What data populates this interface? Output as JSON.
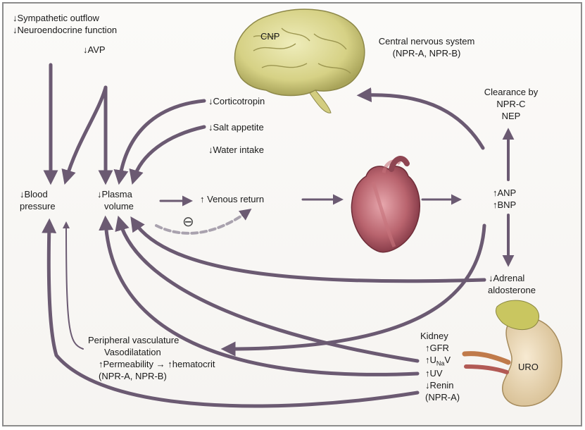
{
  "arrows": {
    "down": "↓",
    "up": "↑"
  },
  "top_left": {
    "sympathetic": "Sympathetic outflow",
    "neuroendocrine": "Neuroendocrine function",
    "avp": "AVP"
  },
  "brain": {
    "label": "CNP",
    "title": "Central nervous system",
    "receptors": "(NPR-A, NPR-B)"
  },
  "effects": {
    "corticotropin": "Corticotropin",
    "salt": "Salt appetite",
    "water": "Water intake"
  },
  "clearance": {
    "line1": "Clearance by",
    "line2": "NPR-C",
    "line3": "NEP"
  },
  "left_nodes": {
    "blood_pressure": [
      "Blood",
      "pressure"
    ],
    "plasma_volume": [
      "Plasma",
      "volume"
    ]
  },
  "venous": "Venous return",
  "inhibit": "⊖",
  "peptides": {
    "anp": "ANP",
    "bnp": "BNP"
  },
  "adrenal": {
    "line1": "Adrenal",
    "line2": "aldosterone"
  },
  "kidney": {
    "title": "Kidney",
    "gfr": "GFR",
    "u": "U",
    "na": "Na",
    "v": "V",
    "uv": "UV",
    "renin": "Renin",
    "receptor": "(NPR-A)",
    "label": "URO"
  },
  "periph": {
    "line1": "Peripheral vasculature",
    "line2": "Vasodilatation",
    "permeability": "Permeability",
    "arrow": "→",
    "hematocrit": "hematocrit",
    "receptors": "(NPR-A, NPR-B)"
  },
  "colors": {
    "arrow": "#6b5a72",
    "brain": "#d8d48a",
    "heart": "#a9555f",
    "kidney": "#ead8b6",
    "adrenal": "#c6c35a"
  }
}
